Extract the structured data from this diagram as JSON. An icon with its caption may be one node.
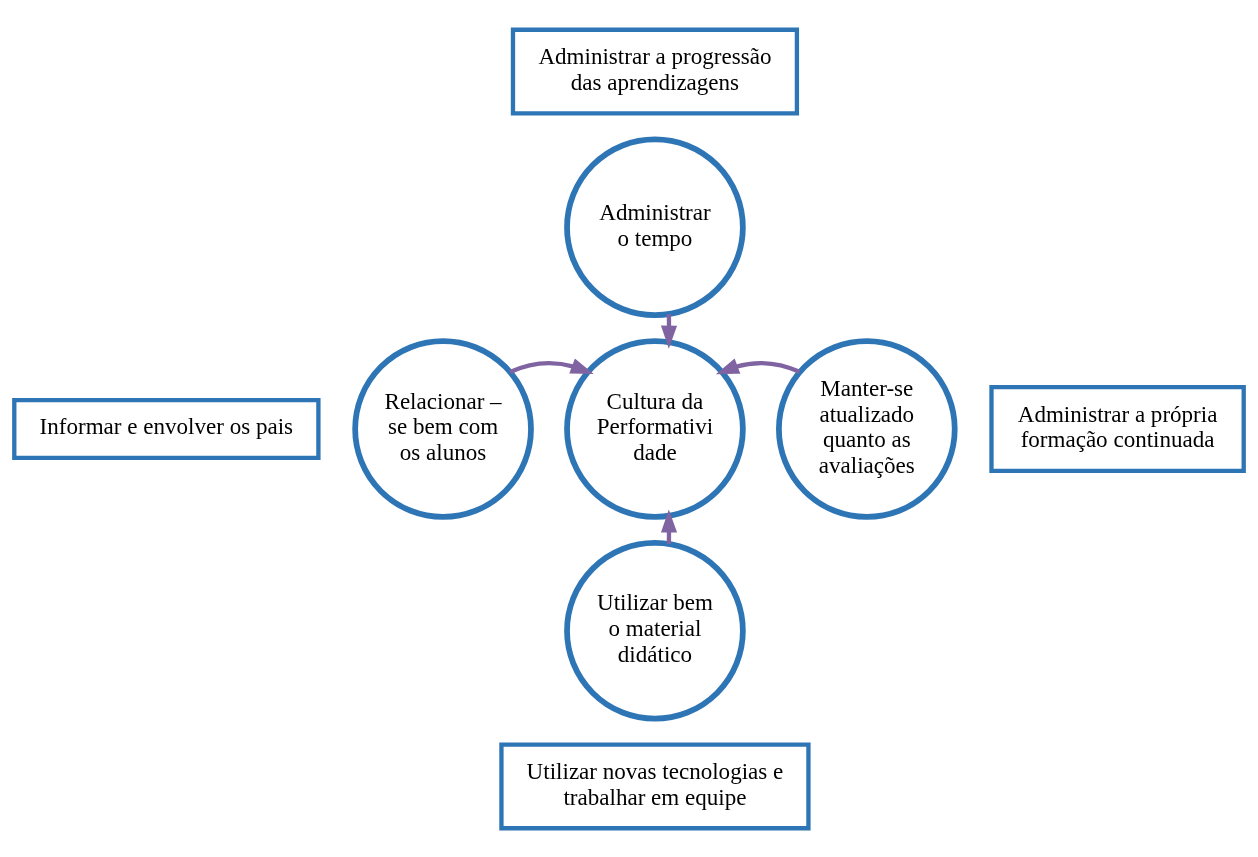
{
  "diagram": {
    "nodes": [
      {
        "text": [
          "Administrar a progressão das aprendizagens"
        ]
      },
      {
        "text": [
          "Administrar o tempo"
        ]
      },
      {
        "text": [
          "Informar e envolver os pais"
        ]
      },
      {
        "text": [
          "Relacionar – se bem com os alunos"
        ]
      },
      {
        "text": [
          "Cultura da Performativi dade"
        ]
      },
      {
        "text": [
          "Manter-se atualizado quanto as avaliações"
        ]
      },
      {
        "text": [
          "Administrar a própria formação continuada"
        ]
      },
      {
        "text": [
          "Utilizar bem o material didático"
        ]
      },
      {
        "text": [
          "Utilizar novas tecnologias e trabalhar em equipe"
        ]
      }
    ],
    "edges": [
      {
        "from": 1,
        "to": 4,
        "arrow": "to",
        "color": "#8064a2"
      },
      {
        "from": 3,
        "to": 4,
        "arrow": "to",
        "color": "#8064a2"
      },
      {
        "from": 5,
        "to": 4,
        "arrow": "to",
        "color": "#8064a2"
      },
      {
        "from": 7,
        "to": 4,
        "arrow": "to",
        "color": "#8064a2"
      }
    ]
  }
}
